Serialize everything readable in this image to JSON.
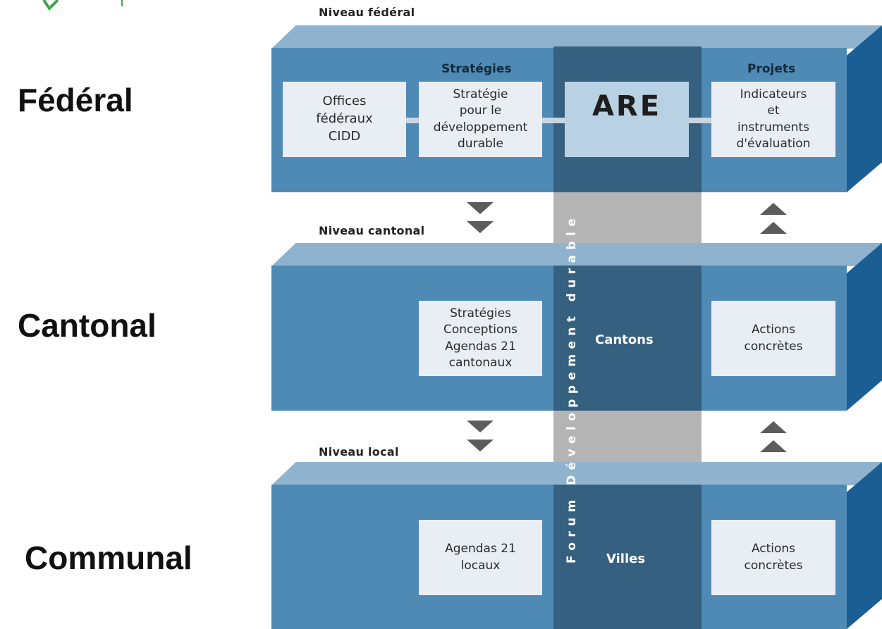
{
  "logo": {
    "name": "leaf-logo"
  },
  "level_titles": {
    "federal": "Fédéral",
    "cantonal": "Cantonal",
    "communal": "Communal"
  },
  "level_labels": {
    "federal": "Niveau fédéral",
    "cantonal": "Niveau cantonal",
    "local": "Niveau local"
  },
  "federal_layer": {
    "heading_strategies": "Stratégies",
    "heading_projects": "Projets",
    "box_offices": "Offices\nfédéraux\nCIDD",
    "box_strategy": "Stratégie\npour le\ndéveloppement\ndurable",
    "box_are": "ARE",
    "box_indicators": "Indicateurs\net\ninstruments\nd'évaluation"
  },
  "cantonal_layer": {
    "box_strategies": "Stratégies\nConceptions\nAgendas 21\ncantonaux",
    "center_label": "Cantons",
    "box_actions": "Actions\nconcrètes"
  },
  "communal_layer": {
    "box_agendas": "Agendas 21\nlocaux",
    "center_label": "Villes",
    "box_actions": "Actions\nconcrètes"
  },
  "forum_label": "Forum Développement durable",
  "colors": {
    "slab_front": "#4f8ab5",
    "slab_top": "#8fb3cf",
    "slab_side": "#1a5e93",
    "forum_band": "#36607f",
    "box_fill": "#e8eef4",
    "arrow": "#5c5c5c",
    "logo_green": "#3fa34d"
  }
}
